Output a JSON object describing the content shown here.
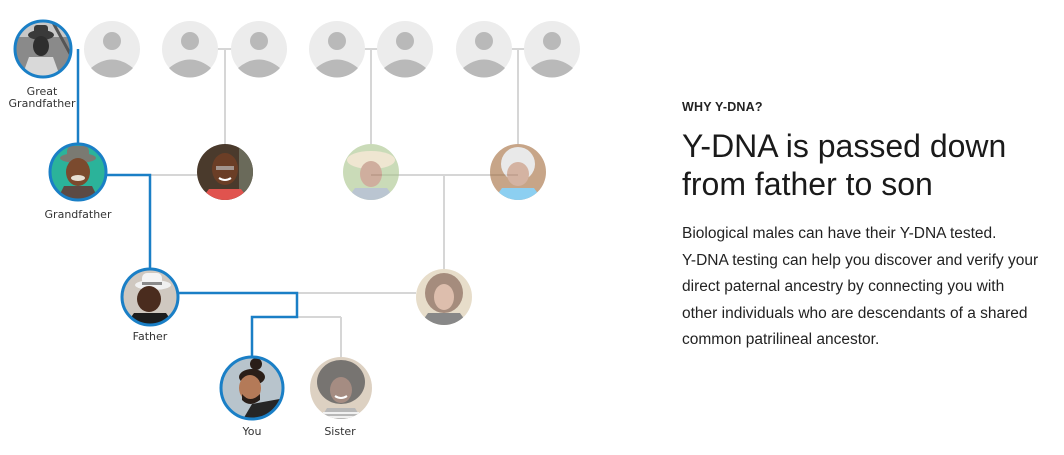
{
  "colors": {
    "paternal_line": "#1a7fc6",
    "other_line": "#d6d6d6",
    "placeholder_bg": "#ececec",
    "placeholder_figure": "#b9b9b9",
    "label_text": "#333333"
  },
  "tree": {
    "labels": {
      "great_grandfather": "Great\nGrandfather",
      "grandfather": "Grandfather",
      "father": "Father",
      "you": "You",
      "sister": "Sister"
    },
    "nodes": [
      {
        "id": "great-grandfather",
        "icon": "person-photo",
        "highlighted": true,
        "faded": false
      },
      {
        "id": "great-grandmother-1",
        "icon": "person-placeholder-icon"
      },
      {
        "id": "great-grandparent-2a",
        "icon": "person-placeholder-icon"
      },
      {
        "id": "great-grandparent-2b",
        "icon": "person-placeholder-icon"
      },
      {
        "id": "great-grandparent-3a",
        "icon": "person-placeholder-icon"
      },
      {
        "id": "great-grandparent-3b",
        "icon": "person-placeholder-icon"
      },
      {
        "id": "great-grandparent-4a",
        "icon": "person-placeholder-icon"
      },
      {
        "id": "great-grandparent-4b",
        "icon": "person-placeholder-icon"
      },
      {
        "id": "grandfather",
        "icon": "person-photo",
        "highlighted": true
      },
      {
        "id": "grandmother-paternal",
        "icon": "person-photo",
        "highlighted": false
      },
      {
        "id": "grandfather-maternal",
        "icon": "person-photo",
        "faded": true
      },
      {
        "id": "grandmother-maternal",
        "icon": "person-photo",
        "faded": true
      },
      {
        "id": "father",
        "icon": "person-photo",
        "highlighted": true
      },
      {
        "id": "mother",
        "icon": "person-photo",
        "faded": true
      },
      {
        "id": "you",
        "icon": "person-photo",
        "highlighted": true
      },
      {
        "id": "sister",
        "icon": "person-photo",
        "faded": true
      }
    ]
  },
  "copy": {
    "eyebrow": "WHY Y-DNA?",
    "headline_line1": "Y-DNA is passed down",
    "headline_line2": "from father to son",
    "body_lines": [
      "Biological males can have their Y-DNA tested.",
      "Y-DNA testing can help you discover and verify your",
      "direct paternal ancestry by connecting you with",
      "other individuals who are descendants of a shared",
      "common patrilineal ancestor."
    ]
  }
}
